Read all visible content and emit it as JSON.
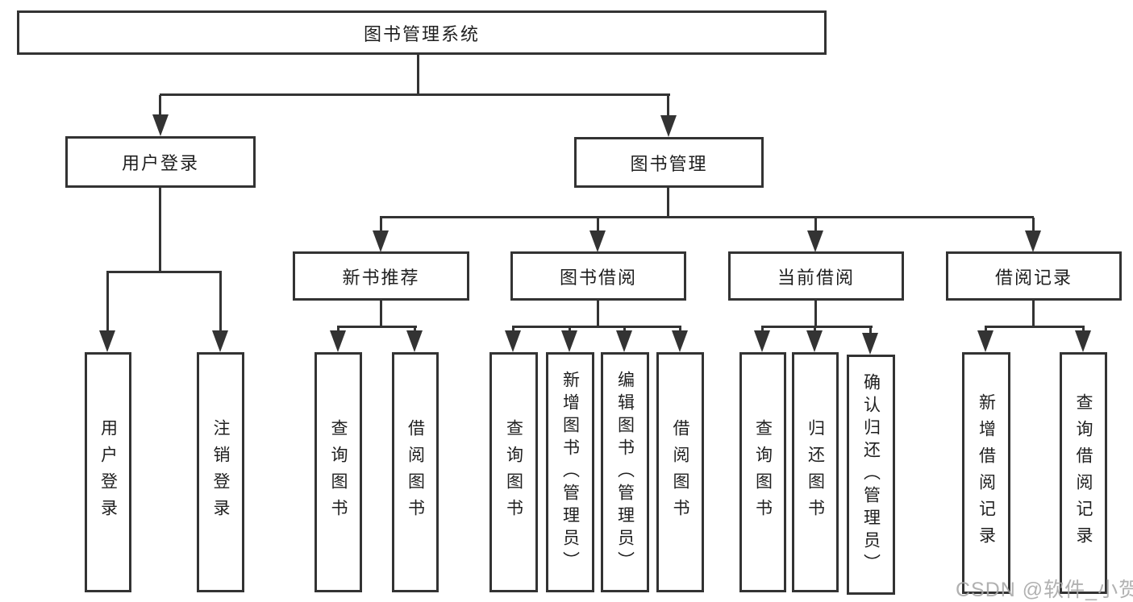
{
  "tree": {
    "label": "图书管理系统",
    "children": [
      {
        "label": "用户登录",
        "children": [
          {
            "label": "用户登录"
          },
          {
            "label": "注销登录"
          }
        ]
      },
      {
        "label": "图书管理",
        "children": [
          {
            "label": "新书推荐",
            "children": [
              {
                "label": "查询图书"
              },
              {
                "label": "借阅图书"
              }
            ]
          },
          {
            "label": "图书借阅",
            "children": [
              {
                "label": "查询图书"
              },
              {
                "label": "新增图书（管理员）"
              },
              {
                "label": "编辑图书（管理员）"
              },
              {
                "label": "借阅图书"
              }
            ]
          },
          {
            "label": "当前借阅",
            "children": [
              {
                "label": "查询图书"
              },
              {
                "label": "归还图书"
              },
              {
                "label": "确认归还（管理员）"
              }
            ]
          },
          {
            "label": "借阅记录",
            "children": [
              {
                "label": "新增借阅记录"
              },
              {
                "label": "查询借阅记录"
              }
            ]
          }
        ]
      }
    ]
  },
  "watermark": "CSDN @软件_小贺同学",
  "colors": {
    "line": "#333333",
    "box_border": "#333333",
    "box_fill": "#ffffff",
    "text": "#1f1f1f",
    "watermark": "#a9a9a9",
    "background": "#ffffff"
  }
}
